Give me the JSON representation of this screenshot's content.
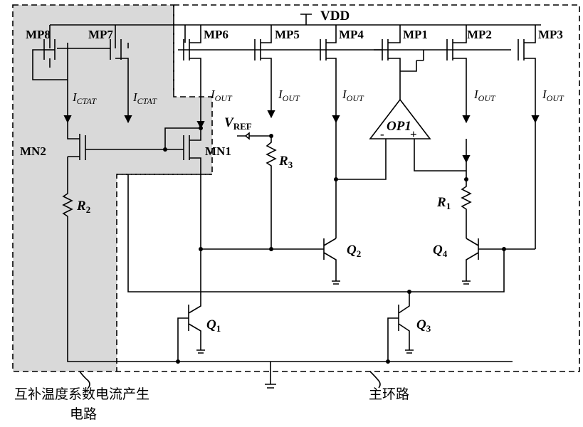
{
  "supply": "VDD",
  "transistors": {
    "mp8": "MP8",
    "mp7": "MP7",
    "mp6": "MP6",
    "mp5": "MP5",
    "mp4": "MP4",
    "mp1": "MP1",
    "mp2": "MP2",
    "mp3": "MP3",
    "mn1": "MN1",
    "mn2": "MN2"
  },
  "currents": {
    "ictat_main": "I",
    "ictat_sub": "CTAT",
    "iout_main": "I",
    "iout_sub": "OUT"
  },
  "vref": {
    "main": "V",
    "sub": "REF"
  },
  "resistors": {
    "r2": {
      "main": "R",
      "sub": "2"
    },
    "r3": {
      "main": "R",
      "sub": "3"
    },
    "r1": {
      "main": "R",
      "sub": "1"
    }
  },
  "bjts": {
    "q1": {
      "main": "Q",
      "sub": "1"
    },
    "q2": {
      "main": "Q",
      "sub": "2"
    },
    "q3": {
      "main": "Q",
      "sub": "3"
    },
    "q4": {
      "main": "Q",
      "sub": "4"
    }
  },
  "opamp": {
    "name": "OP1",
    "minus": "-",
    "plus": "+"
  },
  "captions": {
    "ctat_line1": "互补温度系数电流产生",
    "ctat_line2": "电路",
    "main_loop": "主环路"
  }
}
